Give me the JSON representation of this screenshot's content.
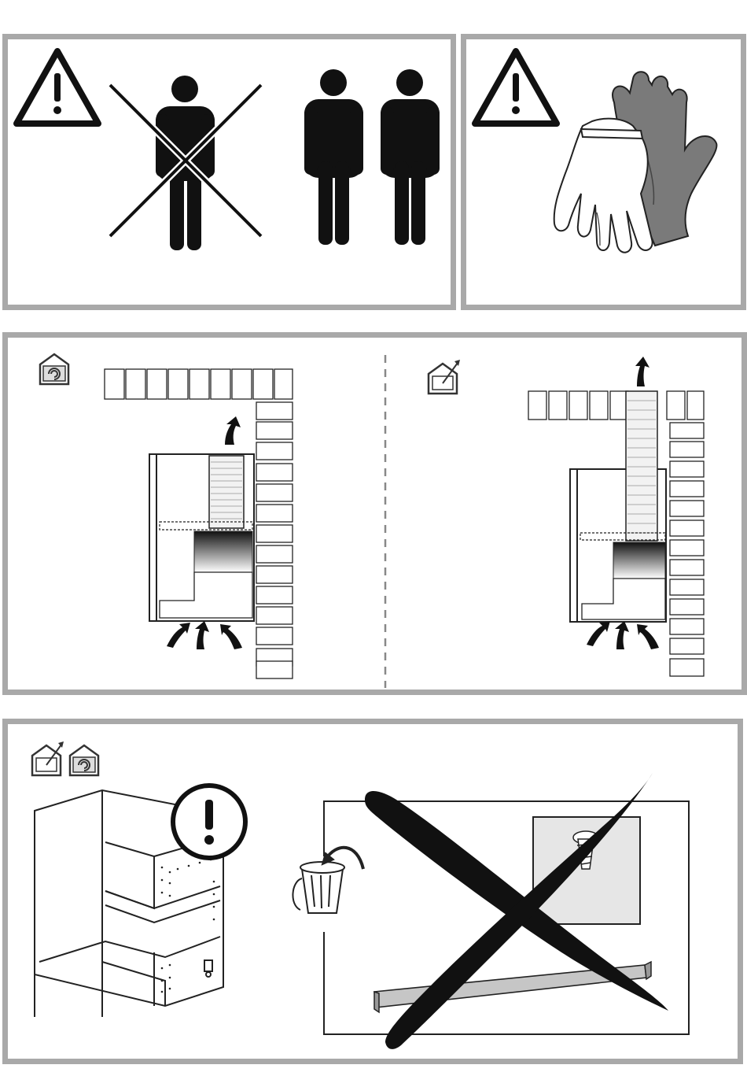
{
  "page": {
    "background": "#ffffff",
    "panel_border": "#a9a9a9"
  },
  "panels": [
    {
      "id": "two-person-lift",
      "icons": [
        "warning-triangle-icon",
        "single-person-crossed-icon",
        "two-persons-icon"
      ]
    },
    {
      "id": "wear-gloves",
      "icons": [
        "warning-triangle-icon",
        "protective-gloves-icon"
      ]
    },
    {
      "id": "installation-modes",
      "icons": [
        "recirculation-mode-icon",
        "extraction-mode-icon",
        "airflow-arrow-icon"
      ]
    },
    {
      "id": "cabinet-check",
      "icons": [
        "extraction-mode-icon",
        "recirculation-mode-icon",
        "caution-circle-icon",
        "wall-cabinet-icon",
        "discard-bin-icon",
        "crossed-out-icon",
        "screw-icon",
        "mounting-rail-icon"
      ]
    }
  ]
}
